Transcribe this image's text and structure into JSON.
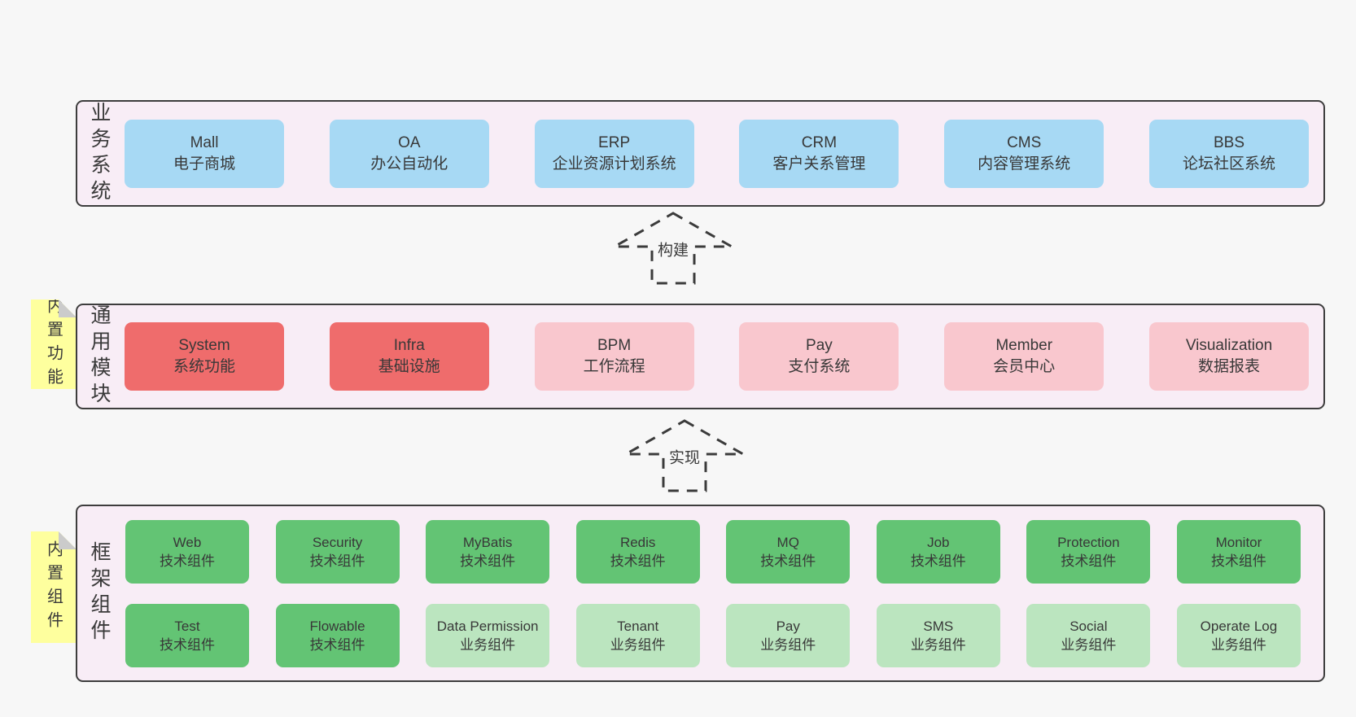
{
  "colors": {
    "page_bg": "#f7f7f7",
    "container_bg": "#f8edf6",
    "border": "#3d3d3d",
    "text": "#3a3a3a",
    "blue": "#a7d9f4",
    "red": "#ef6c6c",
    "pink": "#f9c7ce",
    "green": "#63c474",
    "green_light": "#bbe5bf",
    "sticky": "#feff9e",
    "fold": "#cbcbcb"
  },
  "arrows": [
    {
      "label": "构建"
    },
    {
      "label": "实现"
    }
  ],
  "layers": {
    "business": {
      "side_label": "业务系统",
      "boxes": [
        {
          "title": "Mall",
          "subtitle": "电子商城"
        },
        {
          "title": "OA",
          "subtitle": "办公自动化"
        },
        {
          "title": "ERP",
          "subtitle": "企业资源计划系统"
        },
        {
          "title": "CRM",
          "subtitle": "客户关系管理"
        },
        {
          "title": "CMS",
          "subtitle": "内容管理系统"
        },
        {
          "title": "BBS",
          "subtitle": "论坛社区系统"
        }
      ]
    },
    "modules": {
      "side_label": "通用模块",
      "sticky_label": "内置功能",
      "boxes": [
        {
          "title": "System",
          "subtitle": "系统功能",
          "variant": "red"
        },
        {
          "title": "Infra",
          "subtitle": "基础设施",
          "variant": "red"
        },
        {
          "title": "BPM",
          "subtitle": "工作流程",
          "variant": "pink"
        },
        {
          "title": "Pay",
          "subtitle": "支付系统",
          "variant": "pink"
        },
        {
          "title": "Member",
          "subtitle": "会员中心",
          "variant": "pink"
        },
        {
          "title": "Visualization",
          "subtitle": "数据报表",
          "variant": "pink"
        }
      ]
    },
    "components": {
      "side_label": "框架组件",
      "sticky_label": "内置组件",
      "row1": [
        {
          "title": "Web",
          "subtitle": "技术组件",
          "variant": "green"
        },
        {
          "title": "Security",
          "subtitle": "技术组件",
          "variant": "green"
        },
        {
          "title": "MyBatis",
          "subtitle": "技术组件",
          "variant": "green"
        },
        {
          "title": "Redis",
          "subtitle": "技术组件",
          "variant": "green"
        },
        {
          "title": "MQ",
          "subtitle": "技术组件",
          "variant": "green"
        },
        {
          "title": "Job",
          "subtitle": "技术组件",
          "variant": "green"
        },
        {
          "title": "Protection",
          "subtitle": "技术组件",
          "variant": "green"
        },
        {
          "title": "Monitor",
          "subtitle": "技术组件",
          "variant": "green"
        }
      ],
      "row2": [
        {
          "title": "Test",
          "subtitle": "技术组件",
          "variant": "green"
        },
        {
          "title": "Flowable",
          "subtitle": "技术组件",
          "variant": "green"
        },
        {
          "title": "Data Permission",
          "subtitle": "业务组件",
          "variant": "green-light"
        },
        {
          "title": "Tenant",
          "subtitle": "业务组件",
          "variant": "green-light"
        },
        {
          "title": "Pay",
          "subtitle": "业务组件",
          "variant": "green-light"
        },
        {
          "title": "SMS",
          "subtitle": "业务组件",
          "variant": "green-light"
        },
        {
          "title": "Social",
          "subtitle": "业务组件",
          "variant": "green-light"
        },
        {
          "title": "Operate Log",
          "subtitle": "业务组件",
          "variant": "green-light"
        }
      ]
    }
  }
}
